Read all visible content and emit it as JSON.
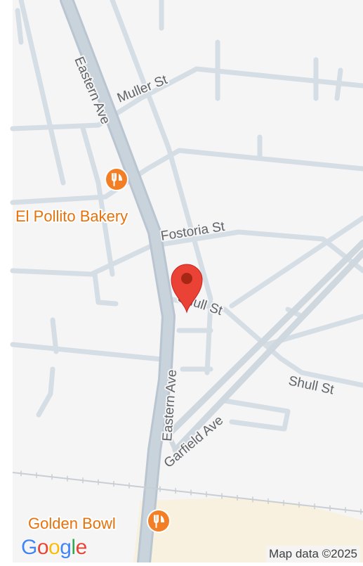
{
  "streets": {
    "muller": "Muller St",
    "eastern_north": "Eastern Ave",
    "fostoria": "Fostoria St",
    "shull_near_pin": "Shull St",
    "shull_east": "Shull St",
    "eastern_south": "Eastern Ave",
    "garfield": "Garfield Ave"
  },
  "pois": {
    "el_pollito": "El Pollito Bakery",
    "golden_bowl": "Golden Bowl"
  },
  "logo": {
    "letters": [
      "G",
      "o",
      "o",
      "g",
      "l",
      "e"
    ],
    "colors": [
      "#4285F4",
      "#EA4335",
      "#FBBC05",
      "#4285F4",
      "#34A853",
      "#EA4335"
    ]
  },
  "attribution": "Map data ©2025",
  "colors": {
    "land": "#f5f5f5",
    "minor_road": "#d5dde5",
    "major_road": "#c5d0da",
    "rail": "#c9ced3",
    "sand_area": "#f9f1e0",
    "poi_orange": "#f27f25",
    "pin_red": "#ea4335",
    "pin_dark": "#a52714"
  },
  "icons": {
    "poi": "restaurant-icon",
    "pin": "map-pin-icon"
  }
}
